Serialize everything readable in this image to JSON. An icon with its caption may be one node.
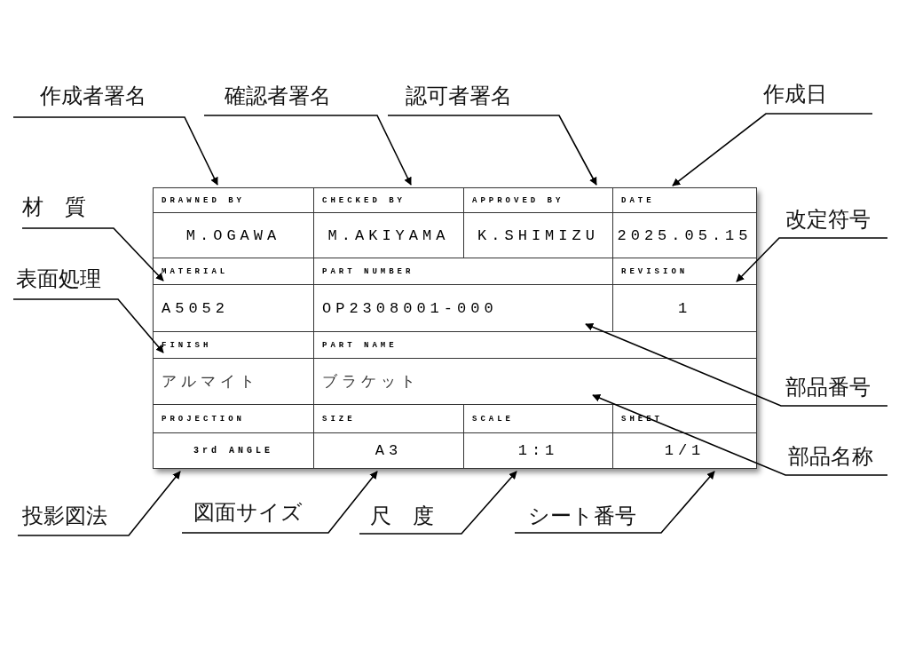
{
  "diagram": {
    "nodes": [
      {
        "text": [
          "作成者署名"
        ]
      },
      {
        "text": [
          "確認者署名"
        ]
      },
      {
        "text": [
          "認可者署名"
        ]
      },
      {
        "text": [
          "作成日"
        ]
      },
      {
        "text": [
          "材　質"
        ]
      },
      {
        "text": [
          "改定符号"
        ]
      },
      {
        "text": [
          "表面処理"
        ]
      },
      {
        "text": [
          "部品番号"
        ]
      },
      {
        "text": [
          "部品名称"
        ]
      },
      {
        "text": [
          "投影図法"
        ]
      },
      {
        "text": [
          "図面サイズ"
        ]
      },
      {
        "text": [
          "尺　度"
        ]
      },
      {
        "text": [
          "シート番号"
        ]
      },
      {
        "text": [],
        "shape": "box"
      },
      {
        "text": [
          "DRAWNED BY"
        ],
        "in": 13
      },
      {
        "text": [
          "CHECKED BY"
        ],
        "in": 13
      },
      {
        "text": [
          "APPROVED BY"
        ],
        "in": 13
      },
      {
        "text": [
          "DATE"
        ],
        "in": 13
      },
      {
        "text": [
          "M.OGAWA"
        ],
        "in": 13
      },
      {
        "text": [
          "M.AKIYAMA"
        ],
        "in": 13
      },
      {
        "text": [
          "K.SHIMIZU"
        ],
        "in": 13
      },
      {
        "text": [
          "2025.05.15"
        ],
        "in": 13
      },
      {
        "text": [
          "MATERIAL"
        ],
        "in": 13
      },
      {
        "text": [
          "PART NUMBER"
        ],
        "in": 13
      },
      {
        "text": [
          "REVISION"
        ],
        "in": 13
      },
      {
        "text": [
          "A5052"
        ],
        "in": 13
      },
      {
        "text": [
          "OP2308001-000"
        ],
        "in": 13
      },
      {
        "text": [
          "1"
        ],
        "in": 13
      },
      {
        "text": [
          "FINISH"
        ],
        "in": 13
      },
      {
        "text": [
          "PART NAME"
        ],
        "in": 13
      },
      {
        "text": [
          "アルマイト"
        ],
        "in": 13
      },
      {
        "text": [
          "ブラケット"
        ],
        "in": 13
      },
      {
        "text": [
          "PROJECTION"
        ],
        "in": 13
      },
      {
        "text": [
          "SIZE"
        ],
        "in": 13
      },
      {
        "text": [
          "SCALE"
        ],
        "in": 13
      },
      {
        "text": [
          "SHEET"
        ],
        "in": 13
      },
      {
        "text": [
          "3rd ANGLE"
        ],
        "in": 13
      },
      {
        "text": [
          "A3"
        ],
        "in": 13
      },
      {
        "text": [
          "1:1"
        ],
        "in": 13
      },
      {
        "text": [
          "1/1"
        ],
        "in": 13
      }
    ],
    "edges": [
      {
        "from": 0,
        "to": 14,
        "arrow": "to"
      },
      {
        "from": 1,
        "to": 15,
        "arrow": "to"
      },
      {
        "from": 2,
        "to": 16,
        "arrow": "to"
      },
      {
        "from": 3,
        "to": 17,
        "arrow": "to"
      },
      {
        "from": 4,
        "to": 22,
        "arrow": "to"
      },
      {
        "from": 5,
        "to": 24,
        "arrow": "to"
      },
      {
        "from": 6,
        "to": 28,
        "arrow": "to"
      },
      {
        "from": 7,
        "to": 26,
        "arrow": "to"
      },
      {
        "from": 8,
        "to": 31,
        "arrow": "to"
      },
      {
        "from": 9,
        "to": 36,
        "arrow": "to"
      },
      {
        "from": 10,
        "to": 37,
        "arrow": "to"
      },
      {
        "from": 11,
        "to": 38,
        "arrow": "to"
      },
      {
        "from": 12,
        "to": 39,
        "arrow": "to"
      }
    ]
  }
}
